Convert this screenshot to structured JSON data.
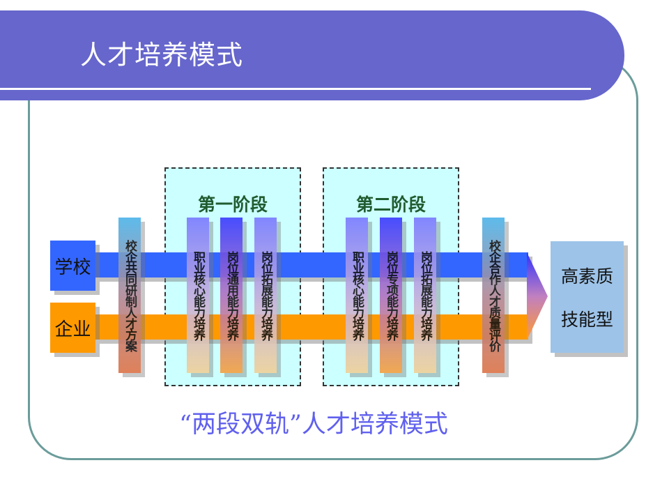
{
  "slide_title": "人才培养模式",
  "diagram": {
    "school": "学校",
    "enterprise": "企业",
    "start_step": "校企共同研制人才方案",
    "stage1": {
      "title": "第一阶段",
      "items": [
        "职业核心能力培养",
        "岗位通用能力培养",
        "岗位拓展能力培养"
      ]
    },
    "stage2": {
      "title": "第二阶段",
      "items": [
        "职业核心能力培养",
        "岗位专项能力培养",
        "岗位拓展能力培养"
      ]
    },
    "end_step": "校企合作人才质量评价",
    "result_line1": "高素质",
    "result_line2": "技能型"
  },
  "caption": "“两段双轨”人才培养模式",
  "colors": {
    "header": "#6666cc",
    "school": "#3366ff",
    "enterprise": "#ff9900",
    "stage_bg": "#ccffff",
    "caption": "#6060ee"
  }
}
